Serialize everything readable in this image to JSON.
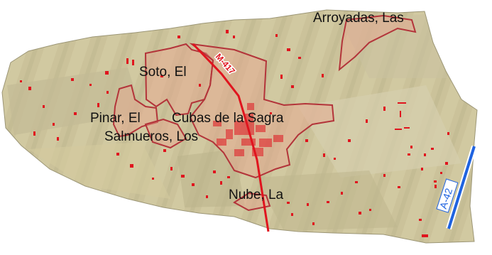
{
  "map": {
    "places": [
      {
        "id": "arroyadas",
        "name": "Arroyadas, Las"
      },
      {
        "id": "soto",
        "name": "Soto, El"
      },
      {
        "id": "pinar",
        "name": "Pinar, El"
      },
      {
        "id": "cubas",
        "name": "Cubas de la Sagra"
      },
      {
        "id": "salmueros",
        "name": "Salmueros, Los"
      },
      {
        "id": "nube",
        "name": "Nube, La"
      }
    ],
    "roads": [
      {
        "id": "m417",
        "name": "M-417",
        "color": "#e0141e"
      },
      {
        "id": "a42",
        "name": "A-42",
        "color": "#1f63e0"
      }
    ],
    "colors": {
      "terrain": "#cbc29a",
      "urban_outline": "#b3343a",
      "urban_fill": "#e8a48f",
      "building": "#e0141e",
      "background": "#ffffff"
    }
  }
}
